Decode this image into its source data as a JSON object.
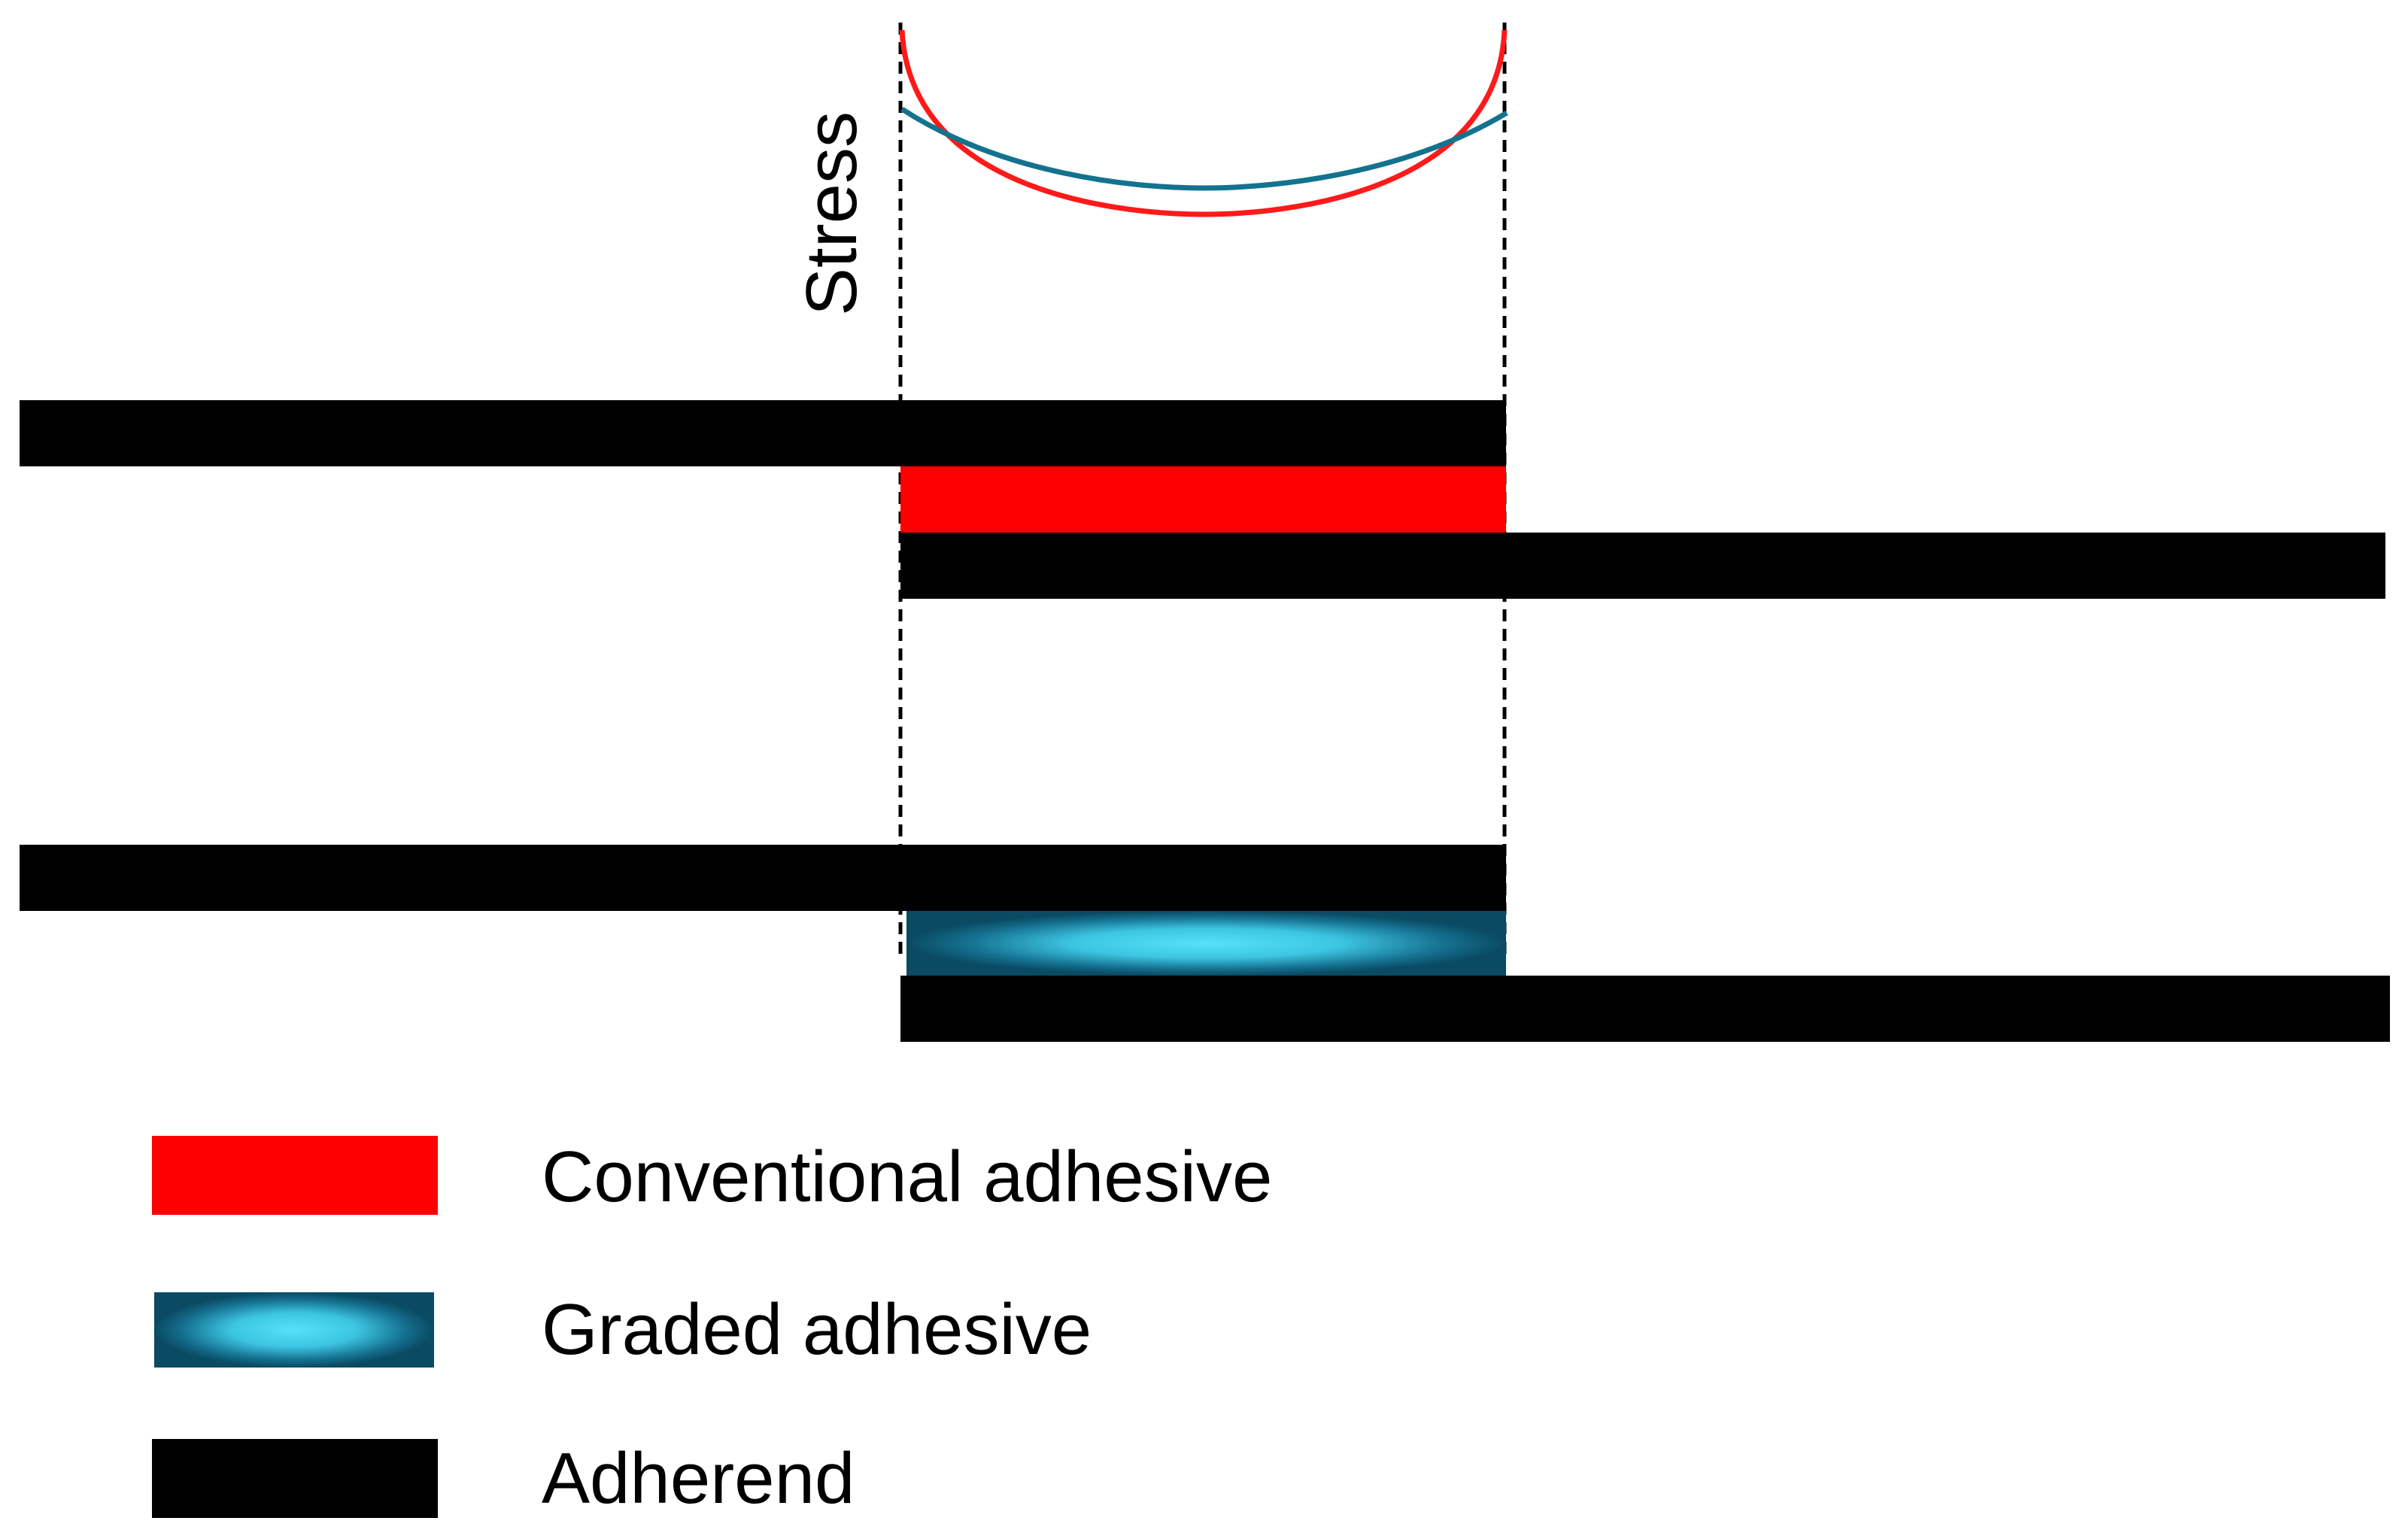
{
  "stress_plot": {
    "axis_label": "Stress",
    "curves": [
      {
        "name": "Conventional adhesive",
        "color": "#ff1a1a",
        "profile": "high peaks at overlap ends, lower minimum at center"
      },
      {
        "name": "Graded adhesive",
        "color": "#13738f",
        "profile": "lower peaks at overlap ends, flatter distribution"
      }
    ]
  },
  "joints": [
    {
      "adhesive": "Conventional adhesive",
      "adhesive_color": "#ff0000",
      "adherend_color": "#000000"
    },
    {
      "adhesive": "Graded adhesive",
      "adhesive_color_center": "#4fd9f2",
      "adhesive_color_edge": "#0b4d66",
      "adherend_color": "#000000"
    }
  ],
  "legend": {
    "items": [
      {
        "label": "Conventional adhesive",
        "swatch": "solid",
        "color": "#ff0000"
      },
      {
        "label": "Graded adhesive",
        "swatch": "gradient",
        "color": "#4fd9f2"
      },
      {
        "label": "Adherend",
        "swatch": "solid",
        "color": "#000000"
      }
    ]
  }
}
